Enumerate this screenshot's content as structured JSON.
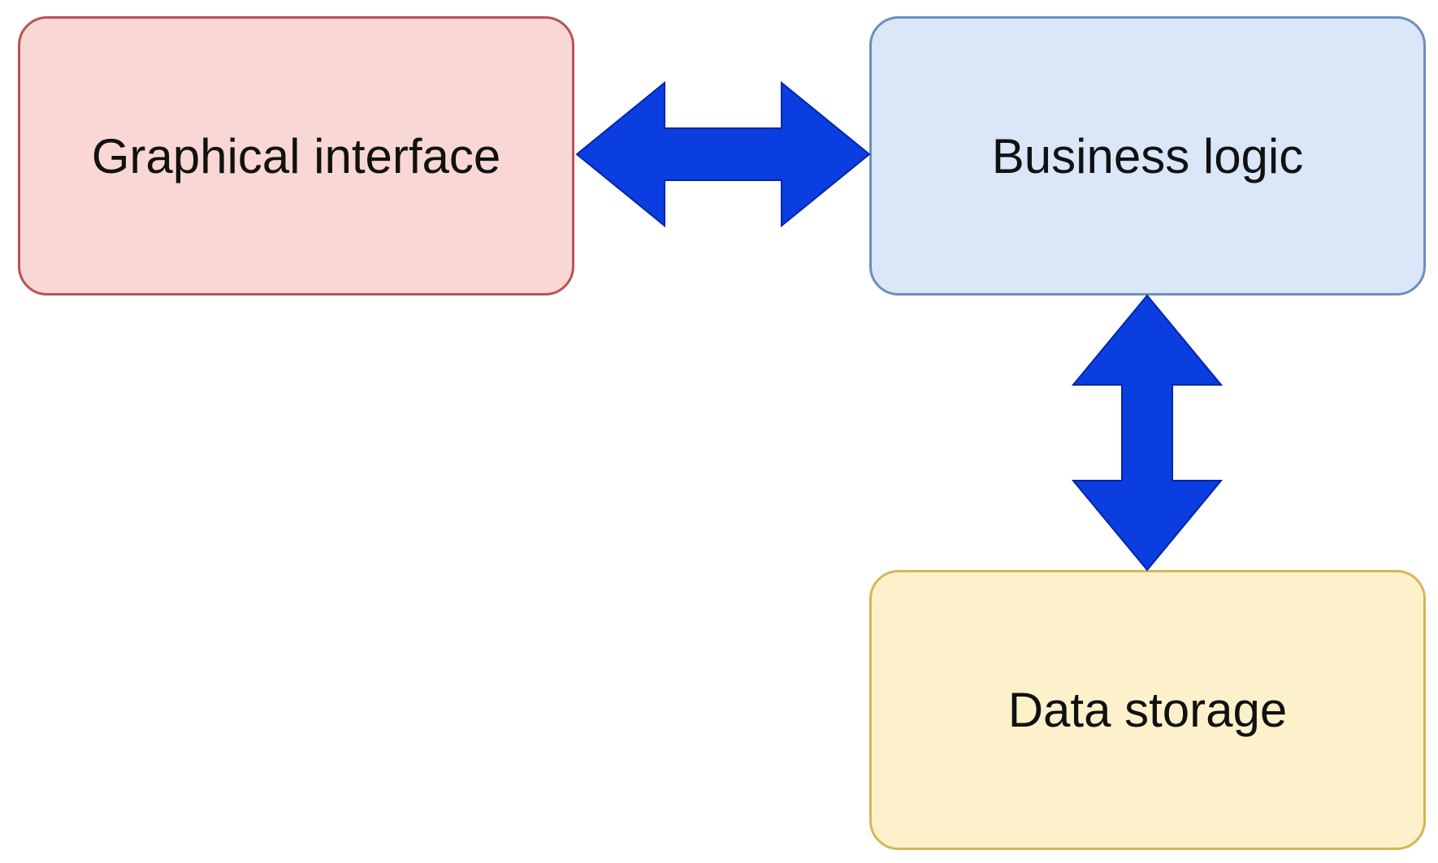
{
  "boxes": {
    "gui": {
      "label": "Graphical interface",
      "fill": "#f8d7d5",
      "stroke": "#b85450"
    },
    "logic": {
      "label": "Business logic",
      "fill": "#dae7f8",
      "stroke": "#6c8ebf"
    },
    "storage": {
      "label": "Data storage",
      "fill": "#fdf1cb",
      "stroke": "#d6b656"
    }
  },
  "arrows": {
    "color": "#0a3ee0",
    "stroke": "#0026a8",
    "items": [
      {
        "from": "gui",
        "to": "logic",
        "type": "bidirectional"
      },
      {
        "from": "logic",
        "to": "storage",
        "type": "bidirectional"
      }
    ]
  }
}
